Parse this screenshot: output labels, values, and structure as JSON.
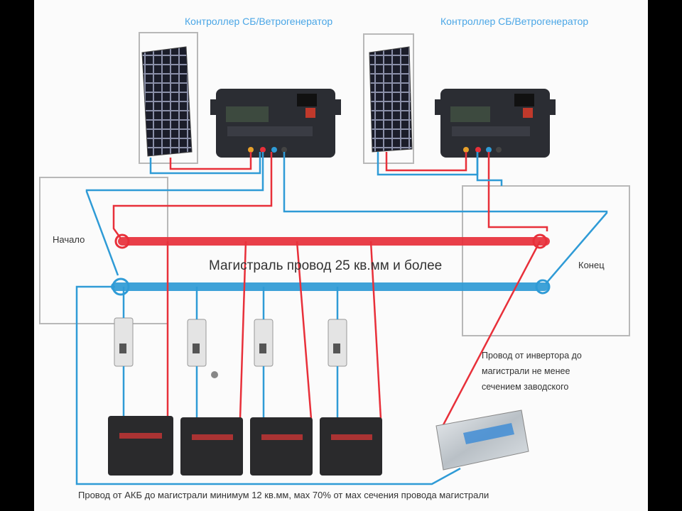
{
  "labels": {
    "controller_1": "Контроллер СБ/Ветрогенератор",
    "controller_2": "Контроллер СБ/Ветрогенератор",
    "start": "Начало",
    "end": "Конец",
    "main_wire": "Магистраль провод 25 кв.мм и более",
    "inverter_note_1": "Провод от инвертора до",
    "inverter_note_2": "магистрали не менее",
    "inverter_note_3": "сечением заводского",
    "battery_note": "Провод от АКБ до магистрали минимум 12 кв.мм, мах 70% от мах сечения провода магистрали"
  },
  "colors": {
    "positive_wire": "#e8303a",
    "negative_wire": "#2f9bd6",
    "panel_cell": "#1b1d2a",
    "controller_body": "#2b2d33",
    "battery_body": "#2a2a2c",
    "breaker_body": "#e4e4e4",
    "frame": "#b8b8b8"
  },
  "icons": {
    "solar_panel": "solar-panel-icon",
    "controller": "charge-controller-icon",
    "breaker": "circuit-breaker-icon",
    "battery": "battery-icon",
    "inverter": "inverter-icon"
  }
}
